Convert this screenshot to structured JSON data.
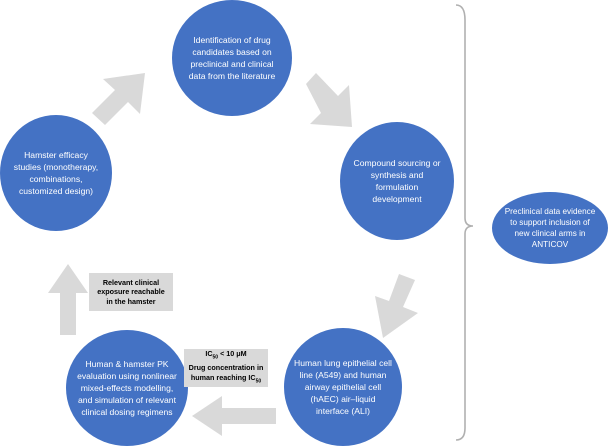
{
  "nodes": {
    "identification": "Identification of drug candidates based on preclinical and clinical data from the literature",
    "compound": "Compound sourcing or synthesis and formulation development",
    "human_lung": "Human lung epithelial cell line (A549) and human airway epithelial cell (hAEC) air–liquid interface (ALI)",
    "pk": "Human & hamster PK evaluation using nonlinear mixed-effects modelling, and simulation of relevant clinical dosing regimens",
    "hamster": "Hamster efficacy studies (monotherapy, combinations, customized design)",
    "preclinical": "Preclinical data evidence to support inclusion of new clinical arms in ANTICOV"
  },
  "labels": {
    "clinical_exposure": "Relevant clinical exposure reachable in the hamster",
    "ic50_line1_prefix": "IC",
    "ic50_line1_sub": "50",
    "ic50_line1_suffix": " < 10 μM",
    "ic50_line2": "Drug concentration in",
    "ic50_line3_prefix": "human reaching IC",
    "ic50_line3_sub": "50"
  },
  "colors": {
    "circle": "#4472c4",
    "arrow": "#d9d9d9",
    "brace": "#b0b0b0",
    "label_box": "#d9d9d9"
  }
}
